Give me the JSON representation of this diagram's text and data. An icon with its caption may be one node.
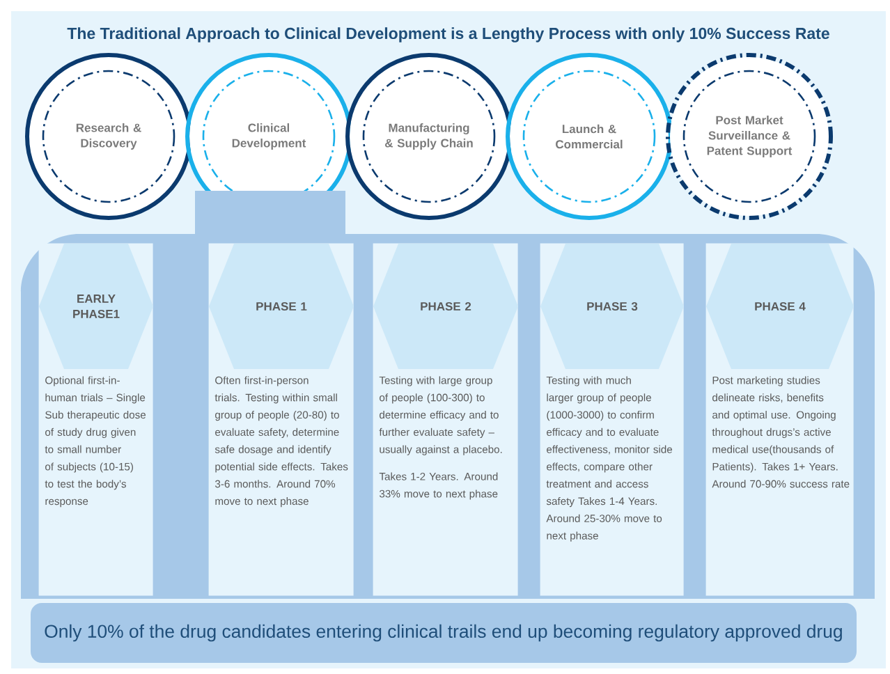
{
  "diagram": {
    "title": "The Traditional Approach to Clinical Development is a Lengthy Process with only 10% Success Rate",
    "nodes": [
      {
        "text": [
          "Research & Discovery"
        ]
      },
      {
        "text": [
          "Clinical Development"
        ]
      },
      {
        "text": [
          "Manufacturing & Supply Chain"
        ]
      },
      {
        "text": [
          "Launch & Commercial"
        ]
      },
      {
        "text": [
          "Post Market Surveillance & Patent Support"
        ]
      },
      {
        "text": [],
        "shape": "band"
      },
      {
        "text": [
          "EARLY PHASE1",
          "Optional first-in-human trials – Single Sub therapeutic dose of study drug given to small number of subjects (10-15) to test the body’s response"
        ],
        "in": 5
      },
      {
        "text": [
          "PHASE 1",
          "Often first-in-person trials. Testing within small group of people (20-80) to evaluate safety, determine safe dosage and identify potential side effects. Takes 3-6 months. Around 70% move to next phase"
        ],
        "in": 5
      },
      {
        "text": [
          "PHASE 2",
          "Testing with large group of people (100-300) to determine efficacy and to further evaluate safety – usually against a placebo.",
          "Takes 1-2 Years. Around 33% move to next phase"
        ],
        "in": 5
      },
      {
        "text": [
          "PHASE 3",
          "Testing with much larger group of people (1000-3000) to confirm efficacy and to evaluate effectiveness, monitor side effects, compare other treatment and access safety Takes 1-4 Years. Around 25-30% move to next phase"
        ],
        "in": 5
      },
      {
        "text": [
          "PHASE 4",
          "Post marketing studies delineate risks, benefits and optimal use. Ongoing throughout drugs’s active medical use(thousands of Patients). Takes 1+ Years. Around 70-90% success rate"
        ],
        "in": 5
      },
      {
        "text": [
          "Only 10% of the drug candidates entering clinical trails end up becoming regulatory approved drug"
        ]
      }
    ]
  }
}
